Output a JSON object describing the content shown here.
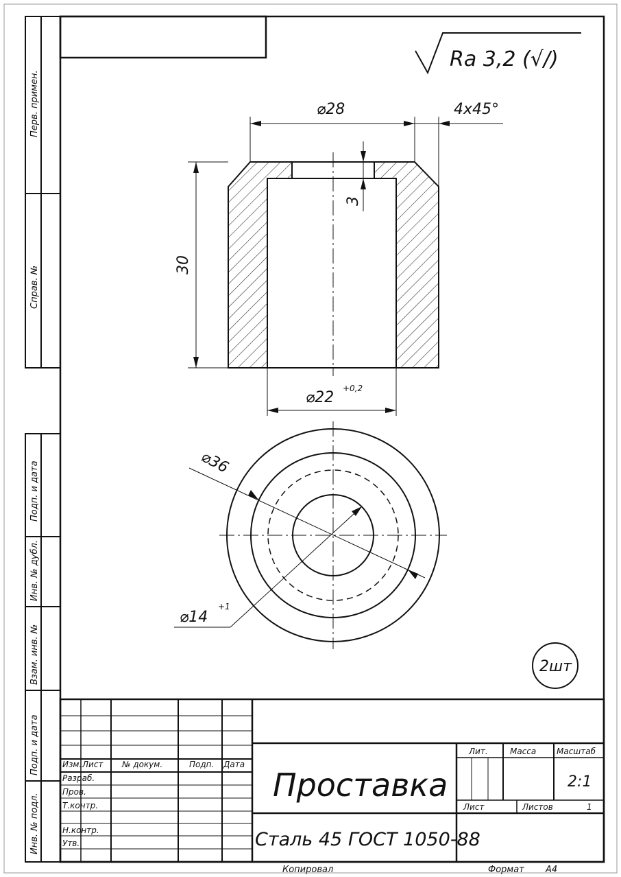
{
  "roughness": {
    "label": "Ra 3,2 (√/)"
  },
  "dimensions": {
    "outer_width": "⌀28",
    "chamfer": "4x45°",
    "height": "30",
    "groove_depth": "3",
    "bore": "⌀22",
    "bore_tolerance": "+0,2",
    "outer_dia_circle": "⌀36",
    "inner_dia": "⌀14",
    "inner_tolerance": "+1"
  },
  "quantity": "2шт",
  "side_stamps": [
    "Перв. примен.",
    "Справ. №",
    "Подп. и дата",
    "Инв. № дубл.",
    "Взам. инв. №",
    "Подп. и дата",
    "Инв. № подл."
  ],
  "title_block": {
    "headers": [
      "Изм.",
      "Лист",
      "№ докум.",
      "Подп.",
      "Дата"
    ],
    "roles": [
      "Разраб.",
      "Пров.",
      "Т.контр.",
      "",
      "Н.контр.",
      "Утв."
    ],
    "title": "Проставка",
    "material": "Сталь 45 ГОСТ 1050-88",
    "lit_label": "Лит.",
    "mass_label": "Масса",
    "scale_label": "Масштаб",
    "scale_value": "2:1",
    "sheet_label": "Лист",
    "sheets_label": "Листов",
    "sheets_value": "1"
  },
  "footer": {
    "copied": "Копировал",
    "format_label": "Формат",
    "format_value": "А4"
  }
}
